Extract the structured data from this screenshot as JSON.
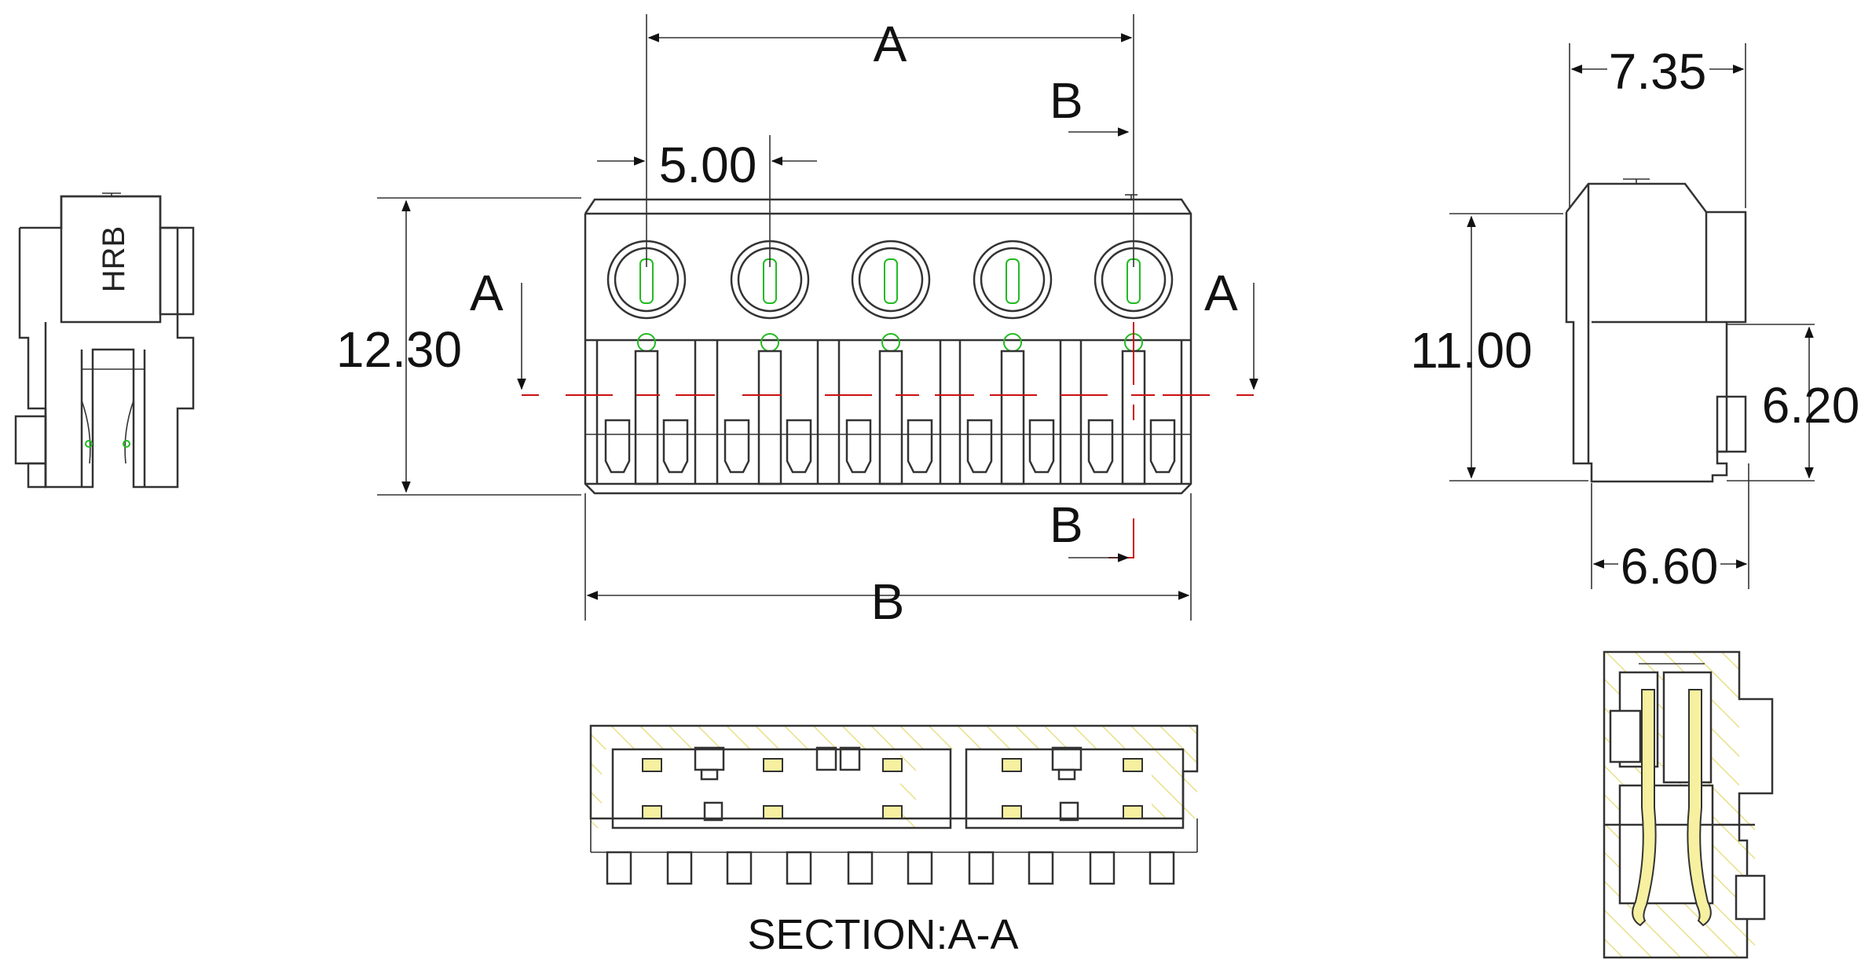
{
  "dimensions": {
    "pitch": "5.00",
    "height_front": "12.30",
    "width_side_top": "7.35",
    "height_side": "11.00",
    "height_side_lower": "6.20",
    "width_side_bottom": "6.60"
  },
  "labels": {
    "dim_a": "A",
    "dim_b": "B",
    "section_a_left": "A",
    "section_a_right": "A",
    "section_b_top": "B",
    "section_b_bottom": "B",
    "section_caption": "SECTION:A-A",
    "brand_mark": "HRB"
  },
  "colors": {
    "outline": "#333333",
    "contact_green": "#22bb22",
    "section_line_red": "#cc1111",
    "hatch_yellow": "#e8e08a",
    "pin_fill": "#f6f0a0"
  }
}
